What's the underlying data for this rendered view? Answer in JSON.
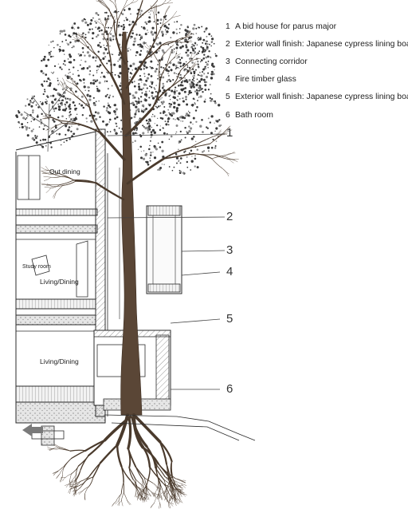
{
  "legend": [
    {
      "num": "1",
      "text": "A bid house for parus major"
    },
    {
      "num": "2",
      "text": "Exterior wall finish: Japanese cypress lining board"
    },
    {
      "num": "3",
      "text": "Connecting corridor"
    },
    {
      "num": "4",
      "text": "Fire timber glass"
    },
    {
      "num": "5",
      "text": "Exterior wall finish: Japanese cypress lining board"
    },
    {
      "num": "6",
      "text": "Bath room"
    }
  ],
  "callouts": [
    "1",
    "2",
    "3",
    "4",
    "5",
    "6"
  ],
  "rooms": {
    "out_dining": "Out dining",
    "study_room": "Study room",
    "living_dining_upper": "Living/Dining",
    "living_dining_lower": "Living/Dining"
  },
  "colors": {
    "ink": "#2b2b2b",
    "trunk": "#5a4636",
    "foliage": "#3a3a3a",
    "hatch": "#8a8a8a",
    "arrow": "#7a7a7a"
  }
}
